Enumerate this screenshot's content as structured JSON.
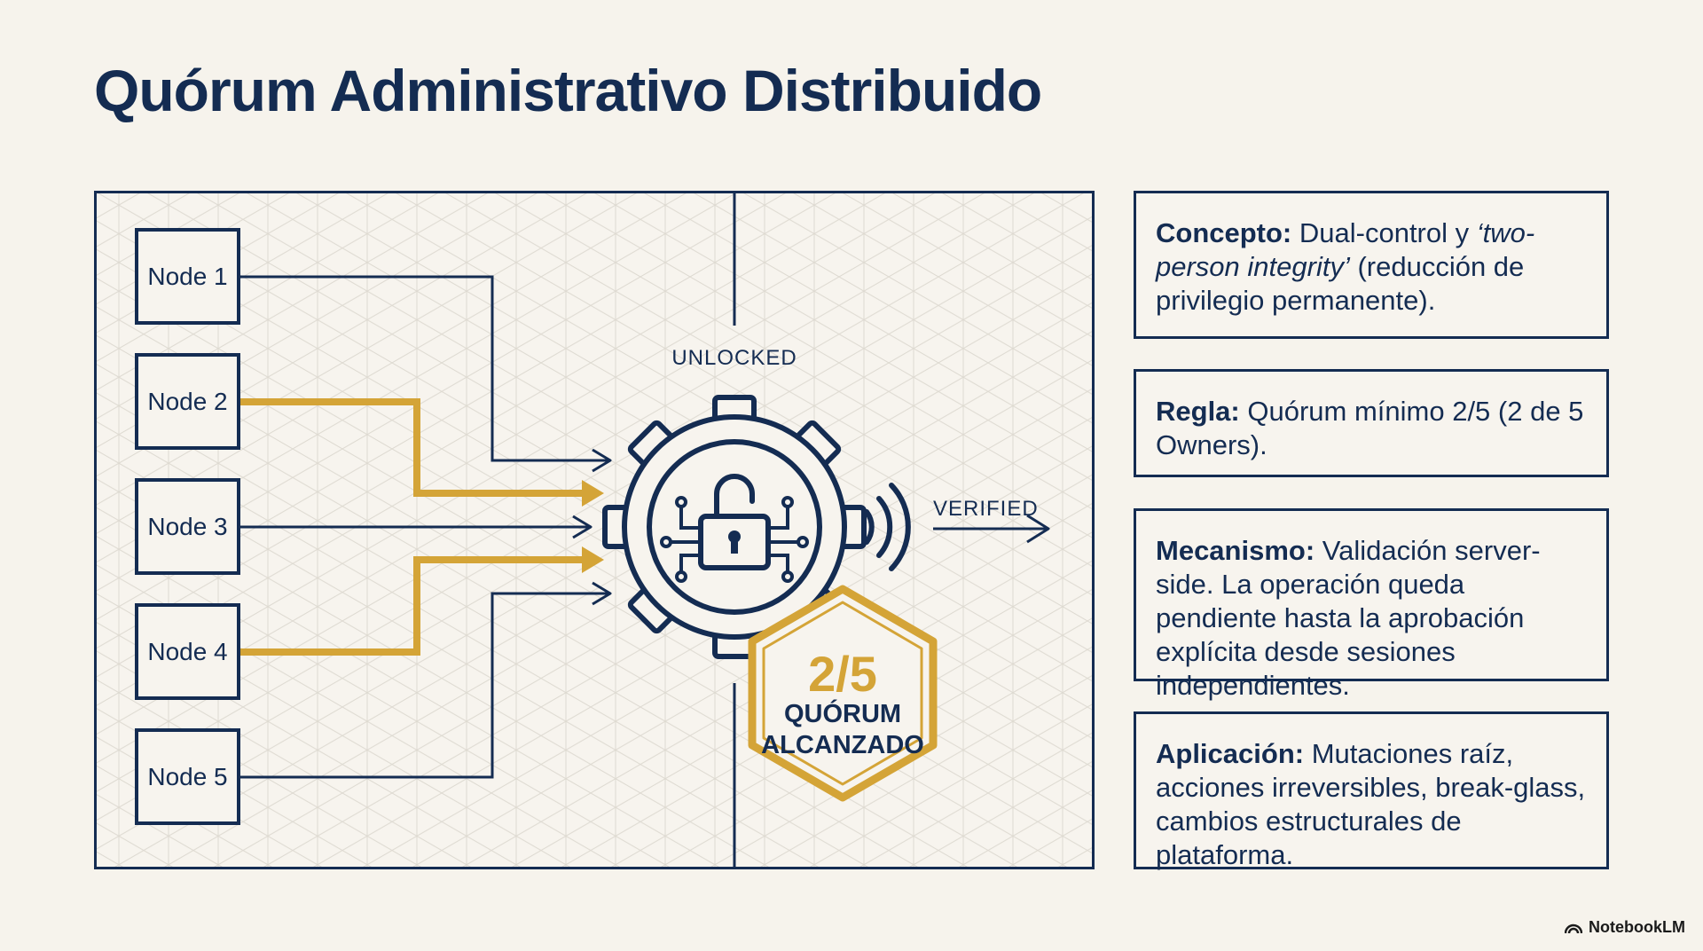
{
  "title": "Quórum Administrativo Distribuido",
  "diagram": {
    "nodes": [
      "Node 1",
      "Node 2",
      "Node 3",
      "Node 4",
      "Node 5"
    ],
    "unlocked_label": "UNLOCKED",
    "verified_label": "VERIFIED",
    "quorum_badge": {
      "value": "2/5",
      "line1": "QUÓRUM",
      "line2": "ALCANZADO"
    }
  },
  "cards": [
    {
      "heading": "Concepto:",
      "text_before": " Dual-control y ",
      "italic": "‘two-person integrity’",
      "text_after": " (reducción de privilegio permanente)."
    },
    {
      "heading": "Regla:",
      "text": " Quórum mínimo 2/5 (2 de 5 Owners)."
    },
    {
      "heading": "Mecanismo:",
      "text": " Validación server-side. La operación queda pendiente hasta la aprobación explícita desde sesiones independientes."
    },
    {
      "heading": "Aplicación:",
      "text": " Mutaciones raíz, acciones irreversibles, break-glass, cambios estructurales de plataforma."
    }
  ],
  "brand": "NotebookLM",
  "colors": {
    "navy": "#142c52",
    "gold": "#d4a437",
    "background": "#f6f3ec"
  }
}
